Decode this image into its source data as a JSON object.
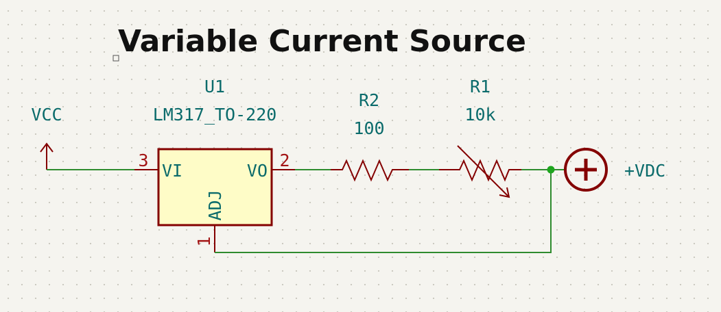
{
  "schematic": {
    "title": "Variable Current Source",
    "power_left": {
      "label": "VCC"
    },
    "power_right": {
      "label": "+VDC"
    },
    "u1": {
      "reference": "U1",
      "value": "LM317_TO-220",
      "pins": {
        "vi": {
          "name": "VI",
          "number": "3"
        },
        "vo": {
          "name": "VO",
          "number": "2"
        },
        "adj": {
          "name": "ADJ",
          "number": "1"
        }
      }
    },
    "r2": {
      "reference": "R2",
      "value": "100"
    },
    "r1": {
      "reference": "R1",
      "value": "10k"
    },
    "colors": {
      "wire": "#2e8b2e",
      "symbol_outline": "#840000",
      "symbol_fill": "#fefcc7",
      "field_text": "#0b6b6b",
      "pin_number": "#a31515",
      "junction": "#1ea51e",
      "title_text": "#111111"
    }
  }
}
